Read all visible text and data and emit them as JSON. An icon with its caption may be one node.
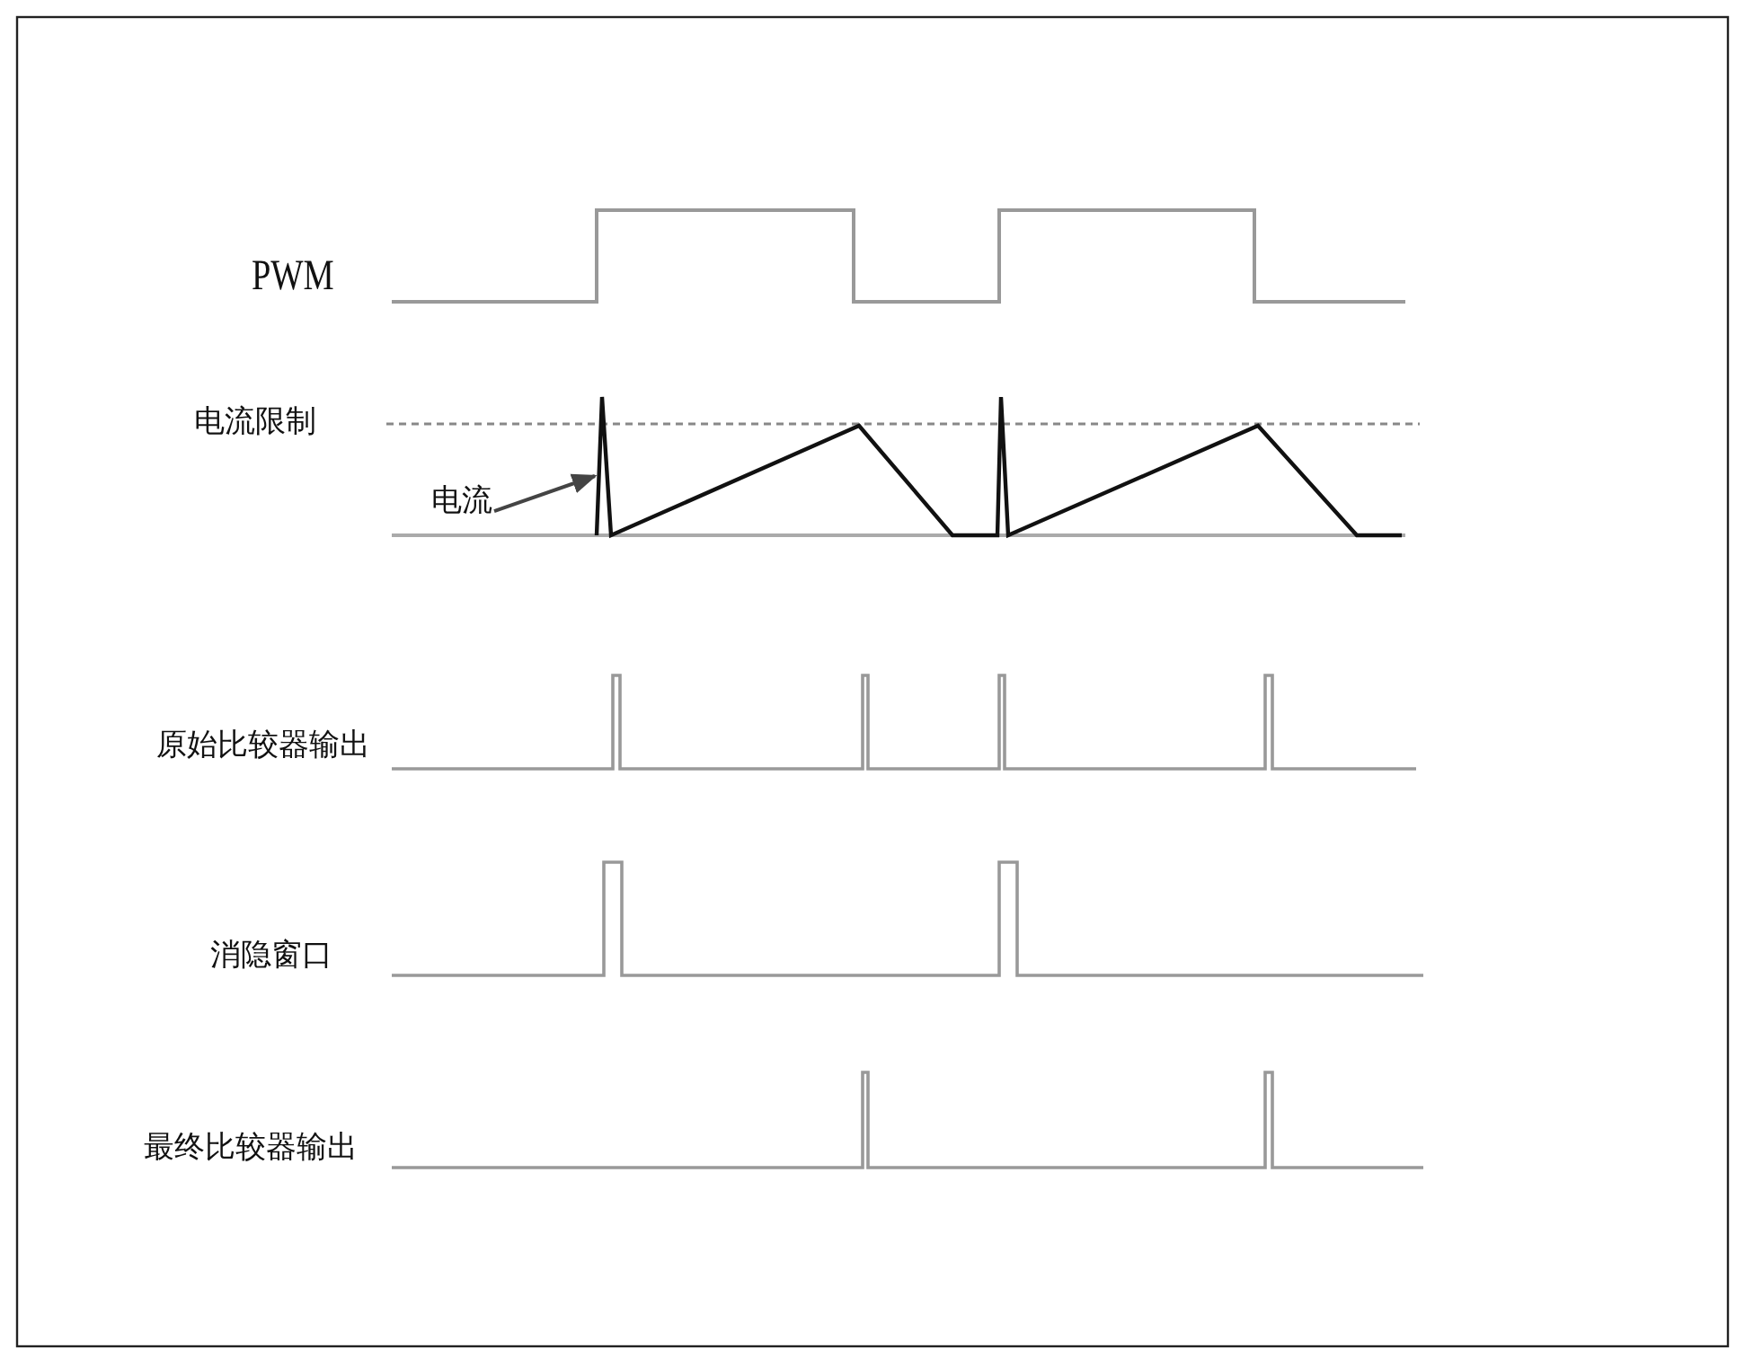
{
  "diagram": {
    "nodes": [
      {
        "text": [
          "电流"
        ]
      },
      {
        "text": [],
        "shape": "line"
      }
    ],
    "edges": [
      {
        "from": 0,
        "to": 1,
        "arrow": "to"
      }
    ],
    "labels": [
      "PWM",
      "电流限制",
      "原始比较器输出",
      "消隐窗口",
      "最终比较器输出"
    ]
  }
}
